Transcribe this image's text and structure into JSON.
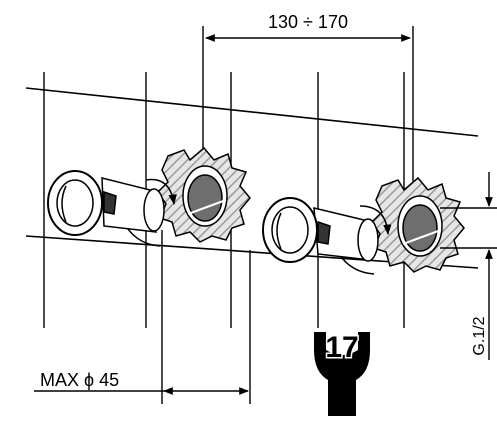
{
  "dimensions": {
    "spacing_label": "130 ÷ 170",
    "max_diameter_label": "MAX ϕ 45",
    "thread_label": "G.1/2"
  },
  "wrench": {
    "size_label": "17"
  },
  "colors": {
    "line": "#000000",
    "hatch": "#9a9a9a",
    "wall_fill": "#e3e3e3",
    "background": "#ffffff"
  }
}
